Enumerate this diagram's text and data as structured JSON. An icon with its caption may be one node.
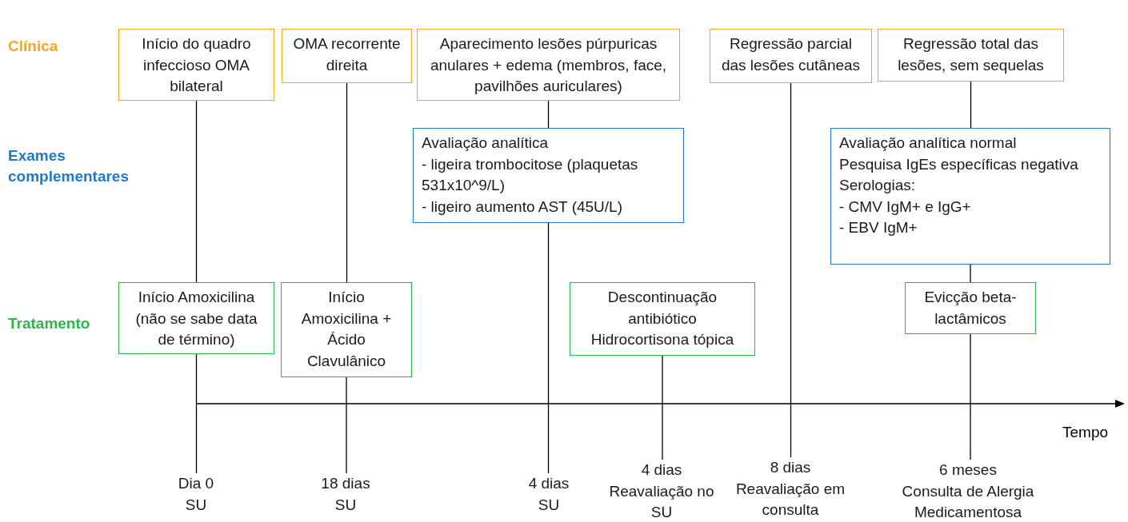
{
  "diagram": {
    "nodes": [
      {
        "text": [
          "Início do quadro infeccioso OMA bilateral"
        ]
      },
      {
        "text": [
          "OMA recorrente direita"
        ]
      },
      {
        "text": [
          "Aparecimento lesões púrpuricas anulares + edema (membros, face, pavilhões auriculares)"
        ]
      },
      {
        "text": [
          "Regressão parcial das lesões cutâneas"
        ]
      },
      {
        "text": [
          "Regressão total das lesões, sem sequelas"
        ]
      },
      {
        "text": [
          "Avaliação analítica",
          "- ligeira trombocitose (plaquetas 531x10^9/L)",
          "- ligeiro aumento AST (45U/L)"
        ]
      },
      {
        "text": [
          "Avaliação analítica normal",
          "Pesquisa IgEs específicas negativa",
          "Serologias:",
          "- CMV IgM+ e IgG+",
          "- EBV IgM+"
        ]
      },
      {
        "text": [
          "Início Amoxicilina (não se sabe data de término)"
        ]
      },
      {
        "text": [
          "Início Amoxicilina + Ácido Clavulânico"
        ]
      },
      {
        "text": [
          "Descontinuação antibiótico Hidrocortisona tópica"
        ]
      },
      {
        "text": [
          "Evicção beta-lactâmicos"
        ]
      },
      {
        "text": [
          "Dia 0",
          "SU"
        ]
      },
      {
        "text": [
          "18 dias",
          "SU"
        ]
      },
      {
        "text": [
          "4 dias",
          "SU"
        ]
      },
      {
        "text": [
          "4 dias",
          "Reavaliação no SU"
        ]
      },
      {
        "text": [
          "8 dias",
          "Reavaliação em consulta"
        ]
      },
      {
        "text": [
          "6 meses",
          "Consulta de Alergia Medicamentosa"
        ]
      }
    ],
    "edges": [
      {
        "from": 0,
        "to": 7,
        "arrow": "none"
      },
      {
        "from": 7,
        "to": 11,
        "arrow": "none"
      },
      {
        "from": 1,
        "to": 8,
        "arrow": "none"
      },
      {
        "from": 8,
        "to": 12,
        "arrow": "none"
      },
      {
        "from": 2,
        "to": 5,
        "arrow": "none"
      },
      {
        "from": 5,
        "to": 13,
        "arrow": "none"
      },
      {
        "from": 9,
        "to": 14,
        "arrow": "none"
      },
      {
        "from": 3,
        "to": 15,
        "arrow": "none"
      },
      {
        "from": 4,
        "to": 6,
        "arrow": "none"
      },
      {
        "from": 6,
        "to": 10,
        "arrow": "none"
      },
      {
        "from": 10,
        "to": 16,
        "arrow": "none"
      }
    ],
    "labels": [
      "Clínica",
      "Exames complementares",
      "Tratamento",
      "Tempo"
    ]
  }
}
